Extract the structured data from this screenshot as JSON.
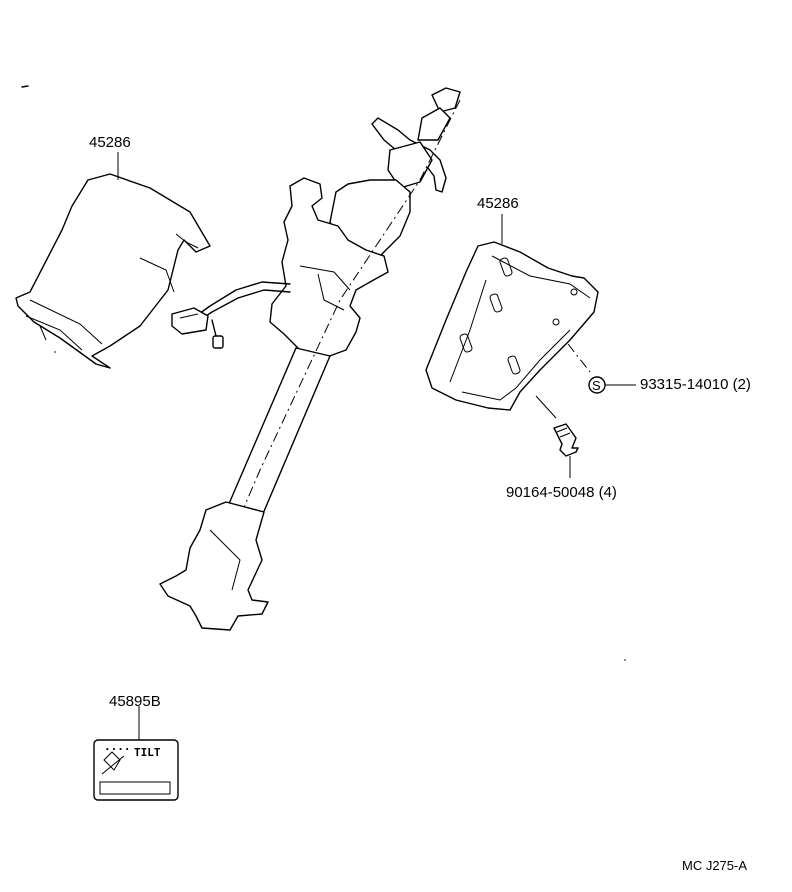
{
  "labels": {
    "upper_cover_left": "45286",
    "lower_cover_right": "45286",
    "nut_part": "93315-14010 (2)",
    "screw_part": "90164-50048 (4)",
    "label_plate": "45895B",
    "plate_text": "TILT",
    "nut_symbol": "S",
    "diagram_code": "MC  J275-A"
  }
}
